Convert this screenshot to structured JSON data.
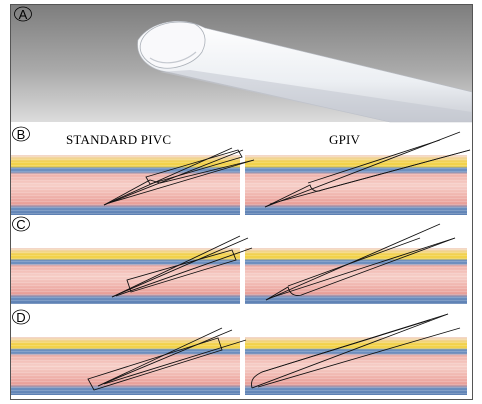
{
  "panels": {
    "a": {
      "label": "A"
    },
    "b": {
      "label": "B"
    },
    "c": {
      "label": "C"
    },
    "d": {
      "label": "D"
    }
  },
  "columns": {
    "left_title": "STANDARD PIVC",
    "right_title": "GPIV"
  },
  "colors": {
    "panel_a_bg_top": "#8a8a8a",
    "panel_a_bg_bottom": "#d8d8d8",
    "tube": "#f4f4f8",
    "skin_top": "#e8c9c4",
    "fat_yellow": "#f2d24a",
    "vessel_blue": "#6c8fbf",
    "vessel_wall_pink": "#efb1aa",
    "lumen_pink": "#f7d3cc",
    "needle": "#111111"
  }
}
